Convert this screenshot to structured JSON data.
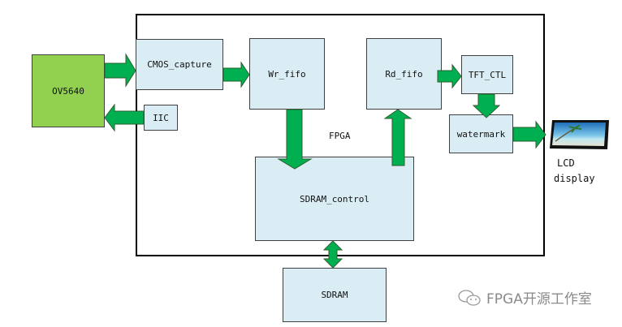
{
  "diagram": {
    "fpga_label": "FPGA",
    "sensor": {
      "label": "OV5640",
      "color": "#92d050"
    },
    "blocks": {
      "cmos_capture": "CMOS_capture",
      "iic": "IIC",
      "wr_fifo": "Wr_fifo",
      "rd_fifo": "Rd_fifo",
      "tft_ctl": "TFT_CTL",
      "watermark": "watermark",
      "sdram_control": "SDRAM_control",
      "sdram": "SDRAM"
    },
    "lcd": {
      "line1": "LCD",
      "line2": "display"
    },
    "colors": {
      "block_fill": "#dbedf4",
      "arrow_fill": "#00b050",
      "arrow_stroke": "#2e5e2e"
    }
  },
  "watermark": {
    "icon": "wechat-icon",
    "text": "FPGA开源工作室"
  }
}
